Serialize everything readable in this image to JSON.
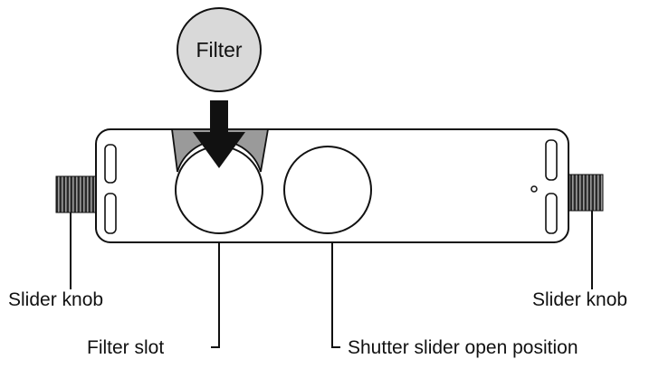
{
  "diagram": {
    "filter_label": "Filter",
    "labels": {
      "slider_knob_left": "Slider knob",
      "slider_knob_right": "Slider knob",
      "filter_slot": "Filter slot",
      "shutter_open": "Shutter slider open position"
    },
    "colors": {
      "stroke": "#111111",
      "bubble_fill": "#d9d9d9",
      "wedge_fill": "#9a9a9a",
      "knob_fill": "#555555",
      "body_fill": "#ffffff"
    }
  }
}
